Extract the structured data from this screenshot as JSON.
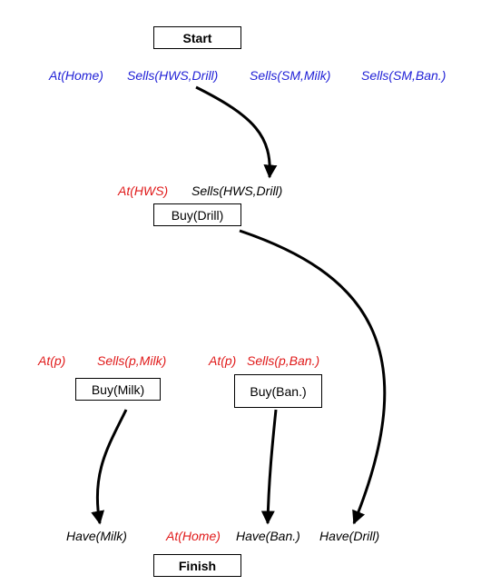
{
  "start": {
    "label": "Start"
  },
  "initial_state": [
    "At(Home)",
    "Sells(HWS,Drill)",
    "Sells(SM,Milk)",
    "Sells(SM,Ban.)"
  ],
  "buy_drill": {
    "label": "Buy(Drill)",
    "preconditions": [
      "At(HWS)",
      "Sells(HWS,Drill)"
    ]
  },
  "buy_milk": {
    "label": "Buy(Milk)",
    "preconditions": [
      "At(p)",
      "Sells(p,Milk)"
    ]
  },
  "buy_ban": {
    "label": "Buy(Ban.)",
    "preconditions": [
      "At(p)",
      "Sells(p,Ban.)"
    ]
  },
  "finish": {
    "label": "Finish",
    "preconditions": [
      "Have(Milk)",
      "At(Home)",
      "Have(Ban.)",
      "Have(Drill)"
    ]
  },
  "colors": {
    "initial": "#1f1fd6",
    "open": "#e01a1a",
    "satisfied": "#000000"
  }
}
